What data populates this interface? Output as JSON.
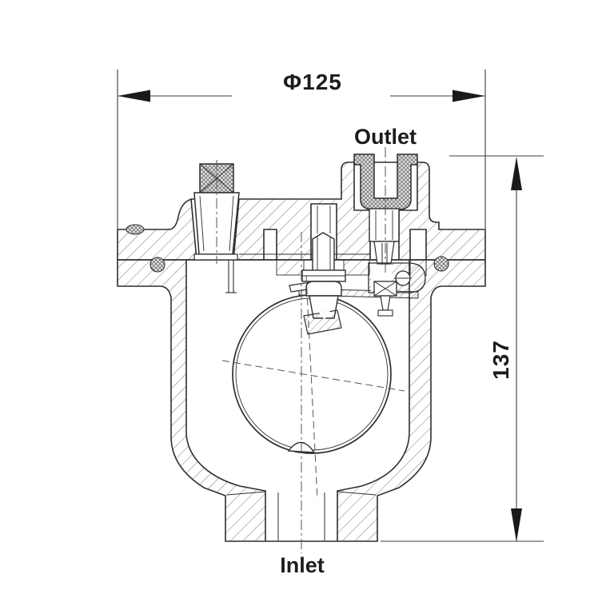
{
  "drawing": {
    "kind": "air-valve-cross-section",
    "labels": {
      "outlet": "Outlet",
      "inlet": "Inlet"
    },
    "dimensions": {
      "diameter": "Φ125",
      "height": "137"
    }
  },
  "colors": {
    "background": "#ffffff",
    "outline": "#2e2e2e",
    "hatch": "#757575",
    "dimension_line": "#3c3c3c",
    "arrow": "#1a1a1a",
    "centerline": "#555555"
  }
}
